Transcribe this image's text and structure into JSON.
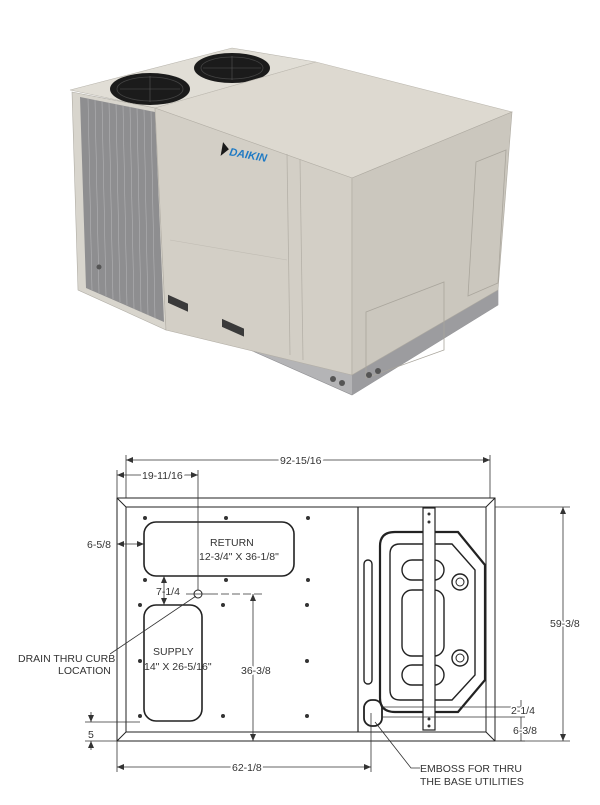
{
  "product": {
    "brand": "DAIKIN",
    "brand_color": "#1f7ac4",
    "cabinet_color": "#d6d2c8",
    "base_color": "#a7a7a9",
    "fan_count": 2
  },
  "drawing": {
    "dimensions": {
      "overall_width": "92-15/16",
      "return_offset_x": "19-11/16",
      "return_offset_y": "6-5/8",
      "drain_offset": "7-1/4",
      "drain_to_edge": "36-3/8",
      "overall_depth": "59-3/8",
      "base_height": "5",
      "supply_to_utilities": "62-1/8",
      "utilities_gap": "2-1/4",
      "utilities_to_edge": "6-3/8"
    },
    "openings": {
      "return": {
        "label": "RETURN",
        "size": "12-3/4\" X 36-1/8\""
      },
      "supply": {
        "label": "SUPPLY",
        "size": "14\" X 26-5/16\""
      }
    },
    "notes": {
      "drain_line1": "DRAIN THRU CURB",
      "drain_line2": "LOCATION",
      "emboss_line1": "EMBOSS FOR THRU",
      "emboss_line2": "THE BASE UTILITIES"
    }
  }
}
